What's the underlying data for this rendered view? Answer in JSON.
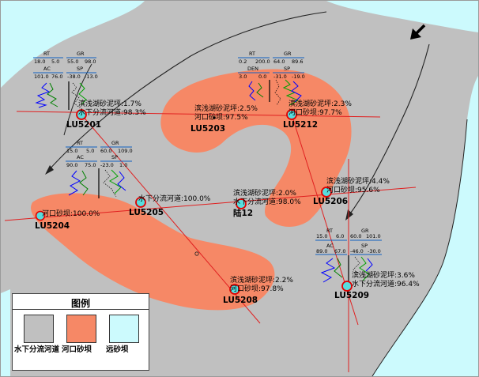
{
  "colors": {
    "gray_facies": "#c0c0c0",
    "orange_facies": "#f68866",
    "cyan_facies": "#ccfafd",
    "section_line": "#e00000",
    "well_marker": "#58ddde"
  },
  "legend": {
    "title": "图例",
    "items": [
      {
        "label": "水下分流河道",
        "color": "#c0c0c0"
      },
      {
        "label": "河口砂坝",
        "color": "#f68866"
      },
      {
        "label": "远砂坝",
        "color": "#ccfafd"
      }
    ]
  },
  "flow_arrow_icon": "arrow-down-left-icon",
  "wells": [
    {
      "name": "LU5201",
      "notes": [
        "滨浅湖砂泥坪:1.7%",
        "水下分流河道:98.3%"
      ]
    },
    {
      "name": "LU5203",
      "notes": [
        "滨浅湖砂泥坪:2.5%",
        "河口砂坝:97.5%"
      ]
    },
    {
      "name": "LU5212",
      "notes": [
        "滨浅湖砂泥坪:2.3%",
        "河口砂坝:97.7%"
      ]
    },
    {
      "name": "LU5205",
      "notes": [
        "水下分流河道:100.0%"
      ]
    },
    {
      "name": "陆12",
      "notes": [
        "滨浅湖砂泥坪:2.0%",
        "水下分流河道:98.0%"
      ]
    },
    {
      "name": "LU5206",
      "notes": [
        "滨浅湖砂泥坪:4.4%",
        "河口砂坝:95.6%"
      ]
    },
    {
      "name": "LU5204",
      "notes": [
        "河口砂坝:100.0%"
      ]
    },
    {
      "name": "LU5208",
      "notes": [
        "滨浅湖砂泥坪:2.2%",
        "河口砂坝:97.8%"
      ]
    },
    {
      "name": "LU5209",
      "notes": [
        "滨浅湖砂泥坪:3.6%",
        "水下分流河道:96.4%"
      ]
    }
  ],
  "log_headers": {
    "lu5201": {
      "rt": {
        "name": "RT",
        "min": "18.0",
        "max": "5.0"
      },
      "gr": {
        "name": "GR",
        "min": "55.0",
        "max": "98.0"
      },
      "ac": {
        "name": "AC",
        "min": "101.0",
        "max": "76.0"
      },
      "sp": {
        "name": "SP",
        "min": "-38.0",
        "max": "-13.0"
      }
    },
    "lu5212": {
      "rt": {
        "name": "RT",
        "min": "0.2",
        "max": "200.0"
      },
      "gr": {
        "name": "GR",
        "min": "64.0",
        "max": "89.6"
      },
      "den": {
        "name": "DEN",
        "min": "3.0",
        "max": "0.0"
      },
      "sp": {
        "name": "SP",
        "min": "-31.0",
        "max": "-19.0"
      }
    },
    "lu5205": {
      "rt": {
        "name": "RT",
        "min": "15.0",
        "max": "5.0"
      },
      "gr": {
        "name": "GR",
        "min": "60.0",
        "max": "109.0"
      },
      "ac": {
        "name": "AC",
        "min": "90.0",
        "max": "75.0"
      },
      "sp": {
        "name": "SP",
        "min": "-23.0",
        "max": "1.0"
      }
    },
    "lu5209": {
      "rt": {
        "name": "RT",
        "min": "15.0",
        "max": "6.0"
      },
      "gr": {
        "name": "GR",
        "min": "60.0",
        "max": "101.0"
      },
      "ac": {
        "name": "AC",
        "min": "89.0",
        "max": "67.0"
      },
      "sp": {
        "name": "SP",
        "min": "-46.0",
        "max": "-30.0"
      }
    }
  }
}
